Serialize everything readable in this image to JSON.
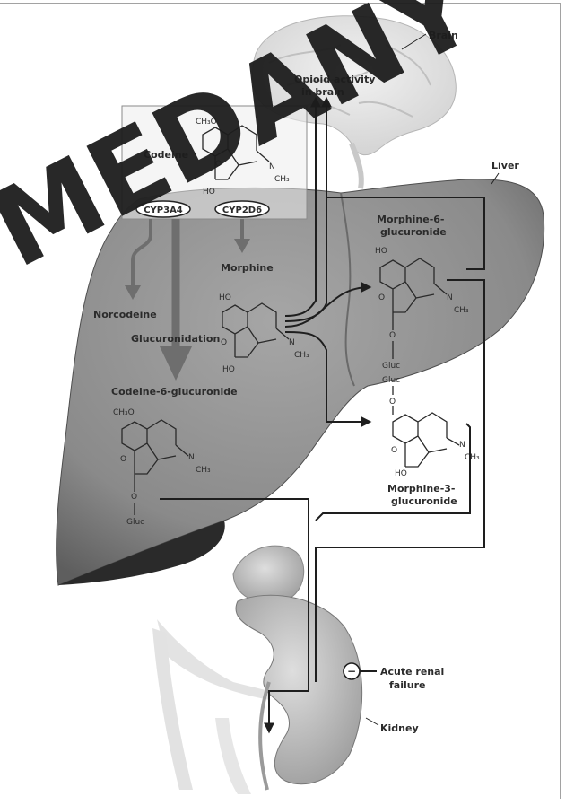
{
  "labels": {
    "brain": "Brain",
    "opioid_activity_line1": "Opioid activity",
    "opioid_activity_line2": "in brain",
    "liver": "Liver",
    "codeine": "Codeine",
    "cyp3a4": "CYP3A4",
    "cyp2d6": "CYP2D6",
    "morphine": "Morphine",
    "norcodeine": "Norcodeine",
    "glucuronidation": "Glucuronidation",
    "codeine_6_glucuronide": "Codeine-6-glucuronide",
    "morphine_6_glucuronide_line1": "Morphine-6-",
    "morphine_6_glucuronide_line2": "glucuronide",
    "morphine_3_glucuronide_line1": "Morphine-3-",
    "morphine_3_glucuronide_line2": "glucuronide",
    "acute_renal_failure_line1": "Acute renal",
    "acute_renal_failure_line2": "failure",
    "kidney": "Kidney",
    "inhibit_symbol": "−"
  },
  "chemistry": {
    "ch3o": "CH₃O",
    "ho": "HO",
    "n": "N",
    "ch3": "CH₃",
    "o": "O",
    "gluc": "Gluc"
  },
  "watermark": "MEDANY",
  "colors": {
    "liver_fill": "#8f8f8f",
    "brain_fill": "#e4e4e4",
    "kidney_fill": "#c7c7c7",
    "watermark": "#1c1c1c",
    "arrow_gray": "#6e6e6e",
    "pathway_line": "#1e1e1e"
  }
}
